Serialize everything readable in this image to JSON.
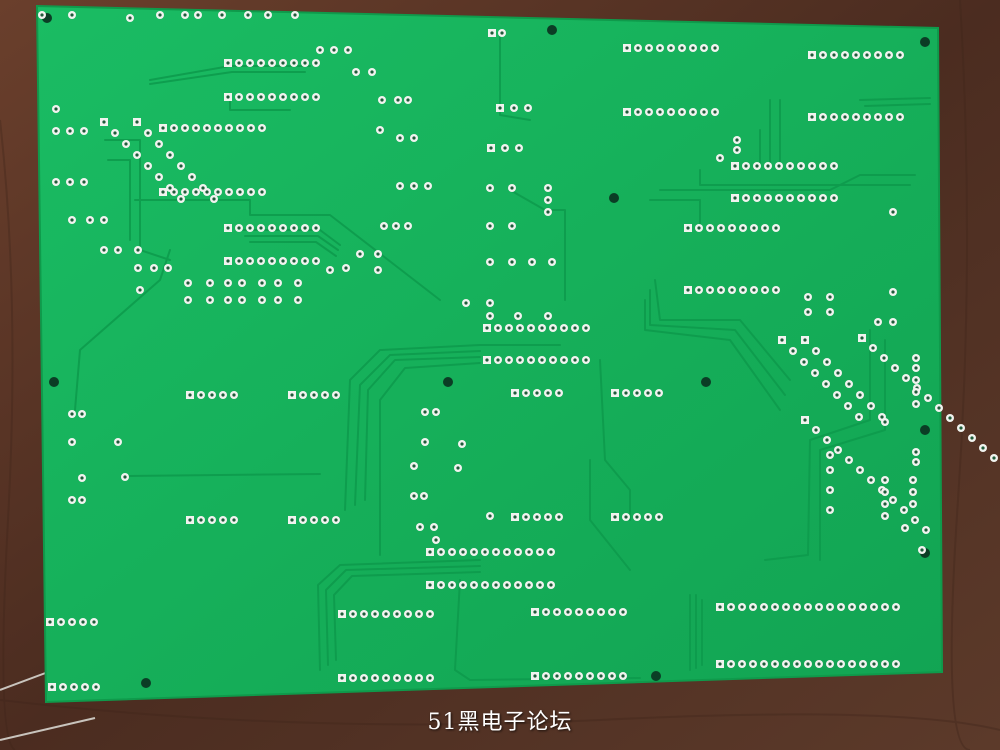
{
  "image": {
    "subject": "unpopulated-green-pcb-bottom-side",
    "background": "wooden-table",
    "colors": {
      "board": "#17b35c",
      "board_edge": "#0f9a4b",
      "trace": "#0e9e4f",
      "pad": "#f1f3ef",
      "hole": "#1e5c3a",
      "wood": "#5a3526"
    }
  },
  "caption": {
    "watermark": "51黑电子论坛"
  }
}
